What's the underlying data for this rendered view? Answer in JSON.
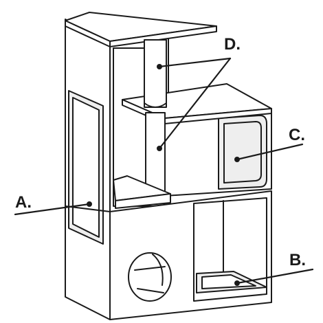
{
  "labels": {
    "a": "A.",
    "b": "B.",
    "c": "C.",
    "d": "D."
  },
  "colors": {
    "line": "#1a1a1a",
    "background": "#ffffff",
    "shade": "#eeeeee"
  }
}
